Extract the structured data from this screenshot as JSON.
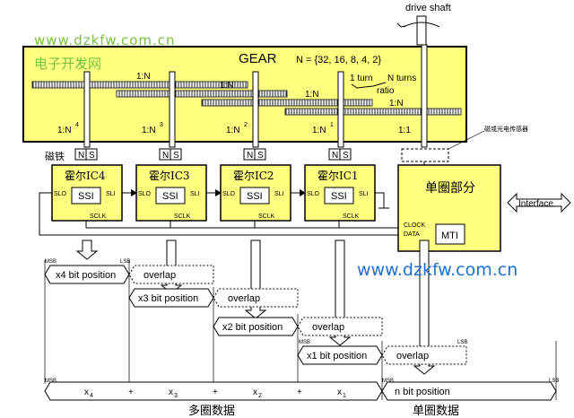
{
  "header": {
    "drive_shaft": "drive shaft"
  },
  "watermark": {
    "site": "www.dzkfw.com.cn",
    "site_cn": "电子开发网",
    "site2": "www.dzkfw.com.cn"
  },
  "gear": {
    "title": "GEAR",
    "formula": "N = {32, 16, 8, 4, 2}",
    "turns_left": "1 turn",
    "turns_right": "N turns",
    "ratio": "ratio",
    "ratio_labels": [
      "1:N",
      "1:N",
      "1:N",
      "1:N"
    ],
    "stage_labels": [
      "1:N",
      "1:N",
      "1:N",
      "1:N",
      "1:1"
    ],
    "stage_exps": [
      "4",
      "3",
      "2",
      "1",
      ""
    ]
  },
  "magnet_label": "磁铁",
  "magnet_poles": {
    "n": "N",
    "s": "S"
  },
  "photo_sensor_label": "磁或光电传感器",
  "hall_ics": [
    {
      "name": "霍尔IC4",
      "ssi": "SSI",
      "slo": "SLO",
      "sli": "SLI",
      "sclk": "SCLK"
    },
    {
      "name": "霍尔IC3",
      "ssi": "SSI",
      "slo": "SLO",
      "sli": "SLI",
      "sclk": "SCLK"
    },
    {
      "name": "霍尔IC2",
      "ssi": "SSI",
      "slo": "SLO",
      "sli": "SLI",
      "sclk": "SCLK"
    },
    {
      "name": "霍尔IC1",
      "ssi": "SSI",
      "slo": "SLO",
      "sli": "SLI",
      "sclk": "SCLK"
    }
  ],
  "single_turn": {
    "title": "单圈部分",
    "clock": "CLOCK",
    "data": "DATA",
    "mti": "MTI"
  },
  "interface": "Interface",
  "data_rows": {
    "msb": "MSB",
    "lsb": "LSB",
    "r1_bits": "x4 bit position",
    "r1_bits_sub": "4",
    "overlap": "overlap",
    "r2_bits": "x3 bit position",
    "r2_bits_sub": "3",
    "r3_bits": "x2 bit position",
    "r3_bits_sub": "2",
    "r4_bits": "x1 bit position",
    "r4_bits_sub": "1",
    "final": {
      "x4": "x",
      "x3": "x",
      "x2": "x",
      "x1": "x",
      "plus": "+",
      "n_bits": "n bit position",
      "s4": "4",
      "s3": "3",
      "s2": "2",
      "s1": "1"
    }
  },
  "footer": {
    "multi_turn": "多圈数据",
    "single_turn_data": "单圈数据"
  }
}
